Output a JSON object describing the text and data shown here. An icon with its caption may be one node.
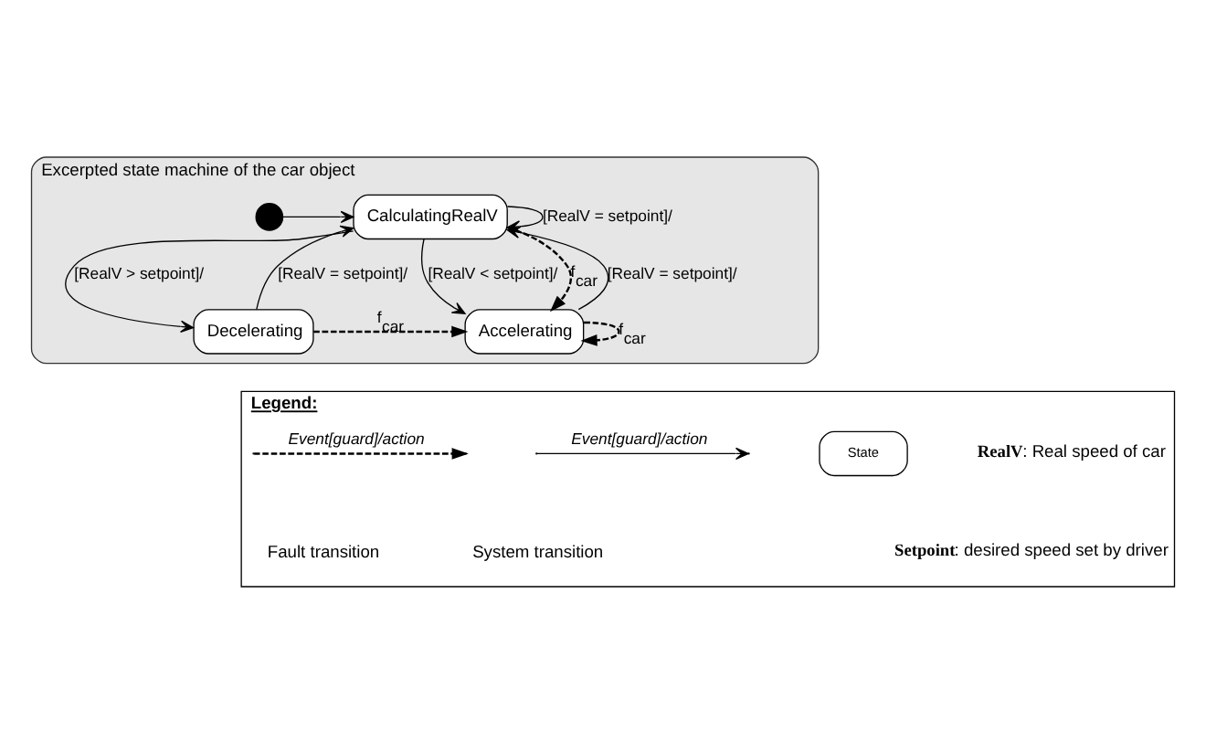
{
  "diagram": {
    "nodes": [
      {
        "text": [
          "Excerpted state machine of the car object"
        ]
      },
      {
        "text": [],
        "shape": "circle",
        "in": 0
      },
      {
        "text": [
          "CalculatingRealV"
        ],
        "in": 0
      },
      {
        "text": [
          "Accelerating"
        ],
        "in": 0
      },
      {
        "text": [
          "Decelerating"
        ],
        "in": 0
      },
      {
        "text": [
          "Legend:"
        ]
      }
    ],
    "edges": [
      {
        "from": 1,
        "to": 2,
        "arrow": "to"
      },
      {
        "from": 2,
        "to": 2,
        "arrow": "to",
        "label": "[RealV = setpoint]/"
      },
      {
        "from": 2,
        "to": 4,
        "arrow": "to",
        "label": "[RealV > setpoint]/"
      },
      {
        "from": 4,
        "to": 2,
        "arrow": "to",
        "label": "[RealV = setpoint]/"
      },
      {
        "from": 2,
        "to": 3,
        "arrow": "to",
        "label": "[RealV < setpoint]/"
      },
      {
        "from": 2,
        "to": 3,
        "arrow": "to",
        "label": "f$_{car}$",
        "style": "dashed"
      },
      {
        "from": 3,
        "to": 2,
        "arrow": "to",
        "label": "[RealV = setpoint]/"
      },
      {
        "from": 3,
        "to": 3,
        "arrow": "to",
        "label": "f$_{car}$",
        "style": "dashed"
      },
      {
        "from": 4,
        "to": 3,
        "arrow": "to",
        "label": "f$_{car}$",
        "style": "dashed"
      }
    ],
    "labels": [
      "Event[guard]/action",
      "Event[guard]/action",
      "**RealV**: Real speed of car",
      "**Setpoint**: desired speed set by driver"
    ],
    "legend": [
      {
        "text": "Fault transition"
      },
      {
        "text": "System transition"
      },
      {
        "text": "State"
      }
    ]
  }
}
